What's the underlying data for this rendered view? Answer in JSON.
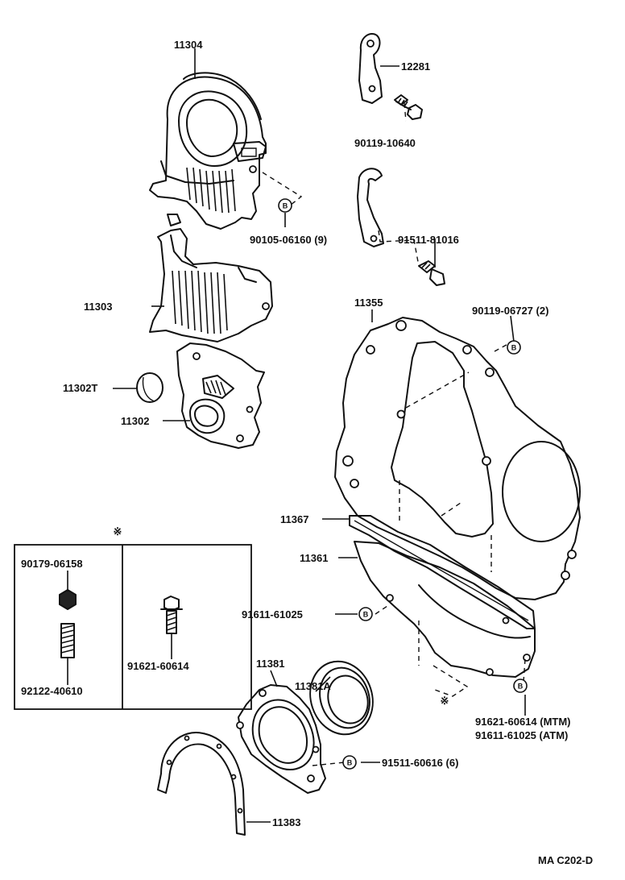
{
  "labels": {
    "p11304": "11304",
    "p12281": "12281",
    "p90119_10640": "90119-10640",
    "p90105_06160": "90105-06160 (9)",
    "p91511_81016": "91511-81016",
    "p11303": "11303",
    "p11355": "11355",
    "p90119_06727": "90119-06727 (2)",
    "p11302T": "11302T",
    "p11302": "11302",
    "p11367": "11367",
    "p11361": "11361",
    "p90179_06158": "90179-06158",
    "p91621_60614_box": "91621-60614",
    "p92122_40610": "92122-40610",
    "p91611_61025": "91611-61025",
    "p11381A": "11381A",
    "p11381": "11381",
    "p91621_mtm": "91621-60614 (MTM)",
    "p91611_atm": "91611-61025 (ATM)",
    "p91511_60616": "91511-60616 (6)",
    "p11383": "11383"
  },
  "marks": {
    "circle_b": "B",
    "asterisk": "※"
  },
  "diagram_code": "MA C202-D"
}
